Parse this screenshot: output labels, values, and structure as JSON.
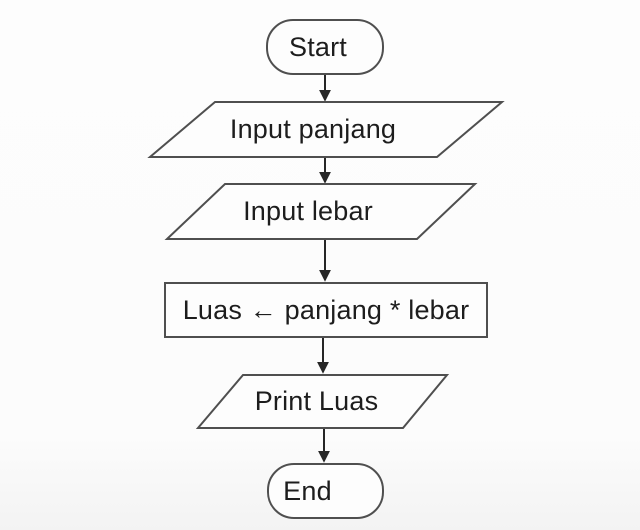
{
  "diagram": {
    "type": "flowchart",
    "nodes": [
      {
        "id": "start",
        "shape": "terminator",
        "label": "Start"
      },
      {
        "id": "input-panjang",
        "shape": "parallelogram",
        "label": "Input panjang"
      },
      {
        "id": "input-lebar",
        "shape": "parallelogram",
        "label": "Input lebar"
      },
      {
        "id": "process-luas",
        "shape": "rectangle",
        "label": "Luas ← panjang * lebar"
      },
      {
        "id": "print-luas",
        "shape": "parallelogram",
        "label": "Print Luas"
      },
      {
        "id": "end",
        "shape": "terminator",
        "label": "End"
      }
    ],
    "edges": [
      {
        "from": "start",
        "to": "input-panjang"
      },
      {
        "from": "input-panjang",
        "to": "input-lebar"
      },
      {
        "from": "input-lebar",
        "to": "process-luas"
      },
      {
        "from": "process-luas",
        "to": "print-luas"
      },
      {
        "from": "print-luas",
        "to": "end"
      }
    ],
    "colors": {
      "background": "#fcfcfc",
      "shape_border": "#4f4f4f",
      "shape_fill": "#fdfdfd",
      "arrow": "#262626",
      "text": "#1d1d1d"
    }
  }
}
